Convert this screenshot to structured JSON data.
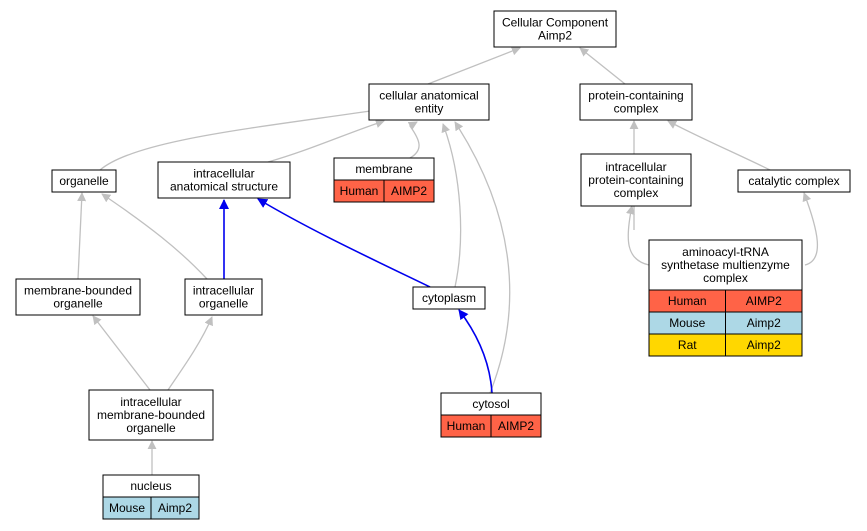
{
  "colors": {
    "human": "#ff6347",
    "mouse": "#add8e6",
    "rat": "#ffd700",
    "edge_default": "#c0c0c0",
    "edge_highlight": "#0000ee"
  },
  "nodes": {
    "cellular_component": {
      "lines": [
        "Cellular Component",
        "Aimp2"
      ]
    },
    "cellular_anatomical_entity": {
      "lines": [
        "cellular anatomical",
        "entity"
      ]
    },
    "protein_containing_complex": {
      "lines": [
        "protein-containing",
        "complex"
      ]
    },
    "organelle": {
      "lines": [
        "organelle"
      ]
    },
    "intracellular_anatomical_structure": {
      "lines": [
        "intracellular",
        "anatomical structure"
      ]
    },
    "membrane": {
      "lines": [
        "membrane"
      ],
      "annotations": [
        {
          "species": "Human",
          "gene": "AIMP2",
          "color_key": "human"
        }
      ]
    },
    "intracellular_protein_containing_complex": {
      "lines": [
        "intracellular",
        "protein-containing",
        "complex"
      ]
    },
    "catalytic_complex": {
      "lines": [
        "catalytic complex"
      ]
    },
    "aminoacyl_trna_complex": {
      "lines": [
        "aminoacyl-tRNA",
        "synthetase multienzyme",
        "complex"
      ],
      "annotations": [
        {
          "species": "Human",
          "gene": "AIMP2",
          "color_key": "human"
        },
        {
          "species": "Mouse",
          "gene": "Aimp2",
          "color_key": "mouse"
        },
        {
          "species": "Rat",
          "gene": "Aimp2",
          "color_key": "rat"
        }
      ]
    },
    "membrane_bounded_organelle": {
      "lines": [
        "membrane-bounded",
        "organelle"
      ]
    },
    "intracellular_organelle": {
      "lines": [
        "intracellular",
        "organelle"
      ]
    },
    "cytoplasm": {
      "lines": [
        "cytoplasm"
      ]
    },
    "intracellular_membrane_bounded_organelle": {
      "lines": [
        "intracellular",
        "membrane-bounded",
        "organelle"
      ]
    },
    "cytosol": {
      "lines": [
        "cytosol"
      ],
      "annotations": [
        {
          "species": "Human",
          "gene": "AIMP2",
          "color_key": "human"
        }
      ]
    },
    "nucleus": {
      "lines": [
        "nucleus"
      ],
      "annotations": [
        {
          "species": "Mouse",
          "gene": "Aimp2",
          "color_key": "mouse"
        }
      ]
    }
  },
  "edges": [
    {
      "from": "cellular_anatomical_entity",
      "to": "cellular_component",
      "style": "grey"
    },
    {
      "from": "protein_containing_complex",
      "to": "cellular_component",
      "style": "grey"
    },
    {
      "from": "organelle",
      "to": "cellular_anatomical_entity",
      "style": "grey"
    },
    {
      "from": "intracellular_anatomical_structure",
      "to": "cellular_anatomical_entity",
      "style": "grey"
    },
    {
      "from": "membrane",
      "to": "cellular_anatomical_entity",
      "style": "grey"
    },
    {
      "from": "cytoplasm",
      "to": "cellular_anatomical_entity",
      "style": "grey"
    },
    {
      "from": "cytosol",
      "to": "cellular_anatomical_entity",
      "style": "grey"
    },
    {
      "from": "intracellular_protein_containing_complex",
      "to": "protein_containing_complex",
      "style": "grey"
    },
    {
      "from": "catalytic_complex",
      "to": "protein_containing_complex",
      "style": "grey"
    },
    {
      "from": "aminoacyl_trna_complex",
      "to": "intracellular_protein_containing_complex",
      "style": "grey"
    },
    {
      "from": "aminoacyl_trna_complex",
      "to": "catalytic_complex",
      "style": "grey"
    },
    {
      "from": "membrane_bounded_organelle",
      "to": "organelle",
      "style": "grey"
    },
    {
      "from": "intracellular_organelle",
      "to": "organelle",
      "style": "grey"
    },
    {
      "from": "intracellular_organelle",
      "to": "intracellular_anatomical_structure",
      "style": "blue"
    },
    {
      "from": "cytoplasm",
      "to": "intracellular_anatomical_structure",
      "style": "blue"
    },
    {
      "from": "intracellular_membrane_bounded_organelle",
      "to": "membrane_bounded_organelle",
      "style": "grey"
    },
    {
      "from": "intracellular_membrane_bounded_organelle",
      "to": "intracellular_organelle",
      "style": "grey"
    },
    {
      "from": "cytosol",
      "to": "cytoplasm",
      "style": "blue"
    },
    {
      "from": "nucleus",
      "to": "intracellular_membrane_bounded_organelle",
      "style": "grey"
    }
  ]
}
